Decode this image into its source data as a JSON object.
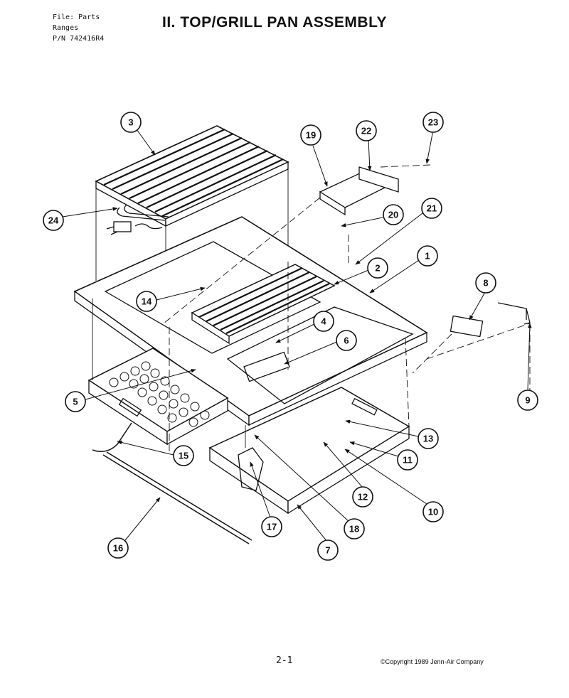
{
  "header": {
    "file_line": "File: Parts",
    "category_line": "Ranges",
    "part_number_line": "P/N 742416R4",
    "title": "II. TOP/GRILL PAN ASSEMBLY"
  },
  "callouts": [
    {
      "id": "1",
      "label": "1"
    },
    {
      "id": "2",
      "label": "2"
    },
    {
      "id": "3",
      "label": "3"
    },
    {
      "id": "4",
      "label": "4"
    },
    {
      "id": "5",
      "label": "5"
    },
    {
      "id": "6",
      "label": "6"
    },
    {
      "id": "7",
      "label": "7"
    },
    {
      "id": "8",
      "label": "8"
    },
    {
      "id": "9",
      "label": "9"
    },
    {
      "id": "10",
      "label": "10"
    },
    {
      "id": "11",
      "label": "11"
    },
    {
      "id": "12",
      "label": "12"
    },
    {
      "id": "13",
      "label": "13"
    },
    {
      "id": "14",
      "label": "14"
    },
    {
      "id": "15",
      "label": "15"
    },
    {
      "id": "16",
      "label": "16"
    },
    {
      "id": "17",
      "label": "17"
    },
    {
      "id": "18",
      "label": "18"
    },
    {
      "id": "19",
      "label": "19"
    },
    {
      "id": "20",
      "label": "20"
    },
    {
      "id": "21",
      "label": "21"
    },
    {
      "id": "22",
      "label": "22"
    },
    {
      "id": "23",
      "label": "23"
    },
    {
      "id": "24",
      "label": "24"
    }
  ],
  "footer": {
    "page_number": "2-1",
    "copyright": "©Copyright 1989 Jenn-Air Company"
  }
}
